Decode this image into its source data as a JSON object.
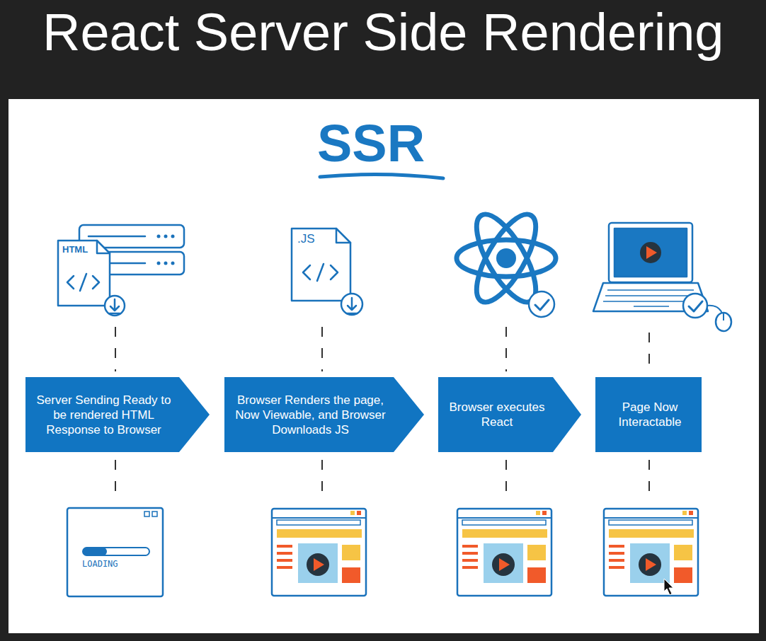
{
  "diagram": {
    "title": "React Server Side Rendering",
    "nodes": [
      {
        "text": [
          "Server Sending Ready to be rendered HTML Response to Browser"
        ]
      },
      {
        "text": [
          "Browser Renders the page, Now Viewable, and Browser Downloads JS"
        ]
      },
      {
        "text": [
          "Browser executes React"
        ]
      },
      {
        "text": [
          "Page Now Interactable"
        ]
      }
    ],
    "labels": [
      "SSR",
      "HTML",
      ".JS",
      "LOADING"
    ]
  }
}
